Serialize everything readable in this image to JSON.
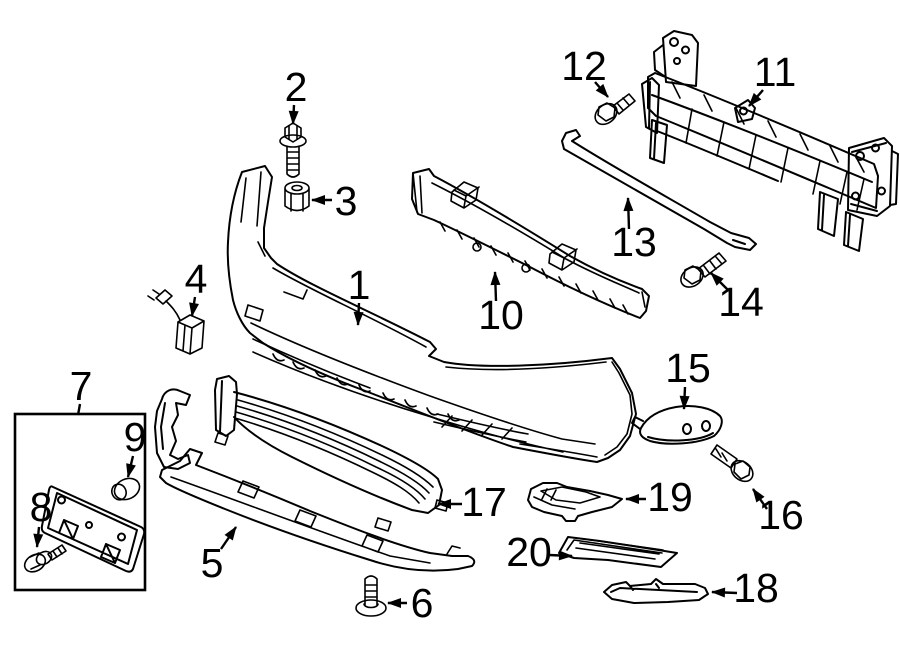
{
  "figure": {
    "colors": {
      "ink": "#000000",
      "background": "#ffffff"
    },
    "callouts": [
      {
        "number": "1"
      },
      {
        "number": "2"
      },
      {
        "number": "3"
      },
      {
        "number": "4"
      },
      {
        "number": "5"
      },
      {
        "number": "6"
      },
      {
        "number": "7"
      },
      {
        "number": "8"
      },
      {
        "number": "9"
      },
      {
        "number": "10"
      },
      {
        "number": "11"
      },
      {
        "number": "12"
      },
      {
        "number": "13"
      },
      {
        "number": "14"
      },
      {
        "number": "15"
      },
      {
        "number": "16"
      },
      {
        "number": "17"
      },
      {
        "number": "18"
      },
      {
        "number": "19"
      },
      {
        "number": "20"
      }
    ]
  }
}
